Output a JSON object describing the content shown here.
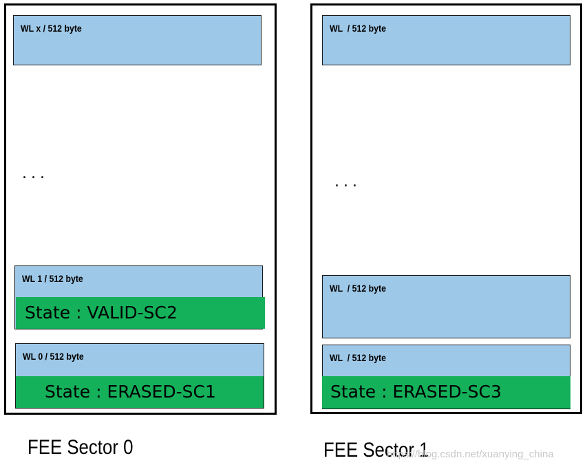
{
  "sectors": [
    {
      "caption": "FEE Sector 0",
      "top_block": "WL x / 512 byte",
      "dots": "...",
      "wl1": "WL 1 / 512 byte",
      "wl1_state": "State : VALID-SC2",
      "wl0": "WL 0 / 512 byte",
      "wl0_state": "State : ERASED-SC1"
    },
    {
      "caption": "FEE Sector 1",
      "top_block": "WL  / 512 byte",
      "dots": "...",
      "mid_block": "WL  / 512 byte",
      "bottom_block": "WL  / 512 byte",
      "bottom_state": "State : ERASED-SC3"
    }
  ],
  "watermark": "https://blog.csdn.net/xuanying_china",
  "colors": {
    "word_line_fill": "#9ec8e8",
    "state_fill": "#14b05a",
    "border": "#000000"
  }
}
